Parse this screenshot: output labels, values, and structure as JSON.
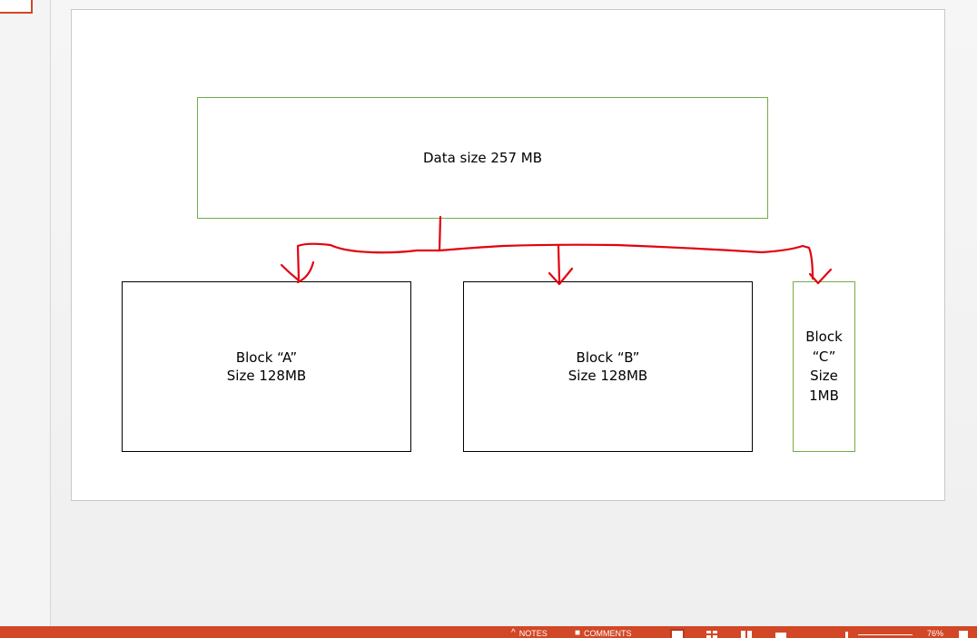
{
  "slide": {
    "top_box": {
      "text": "Data size 257 MB"
    },
    "block_a": {
      "line1": "Block “A”",
      "line2": "Size 128MB"
    },
    "block_b": {
      "line1": "Block “B”",
      "line2": "Size 128MB"
    },
    "block_c": {
      "line1": "Block",
      "line2": "“C”",
      "line3": "Size",
      "line4": "1MB"
    },
    "annotation_color": "#e3000f",
    "box_border_green": "#70ad47",
    "box_border_black": "#000000"
  },
  "statusbar": {
    "notes_label": "NOTES",
    "comments_label": "COMMENTS",
    "zoom_value": "76%",
    "accent_color": "#d24726",
    "icons": [
      "notes-caret-icon",
      "comments-icon",
      "normal-view-icon",
      "slide-sorter-icon",
      "reading-view-icon",
      "slideshow-icon",
      "zoom-out-icon",
      "zoom-in-icon",
      "fit-to-window-icon"
    ]
  }
}
